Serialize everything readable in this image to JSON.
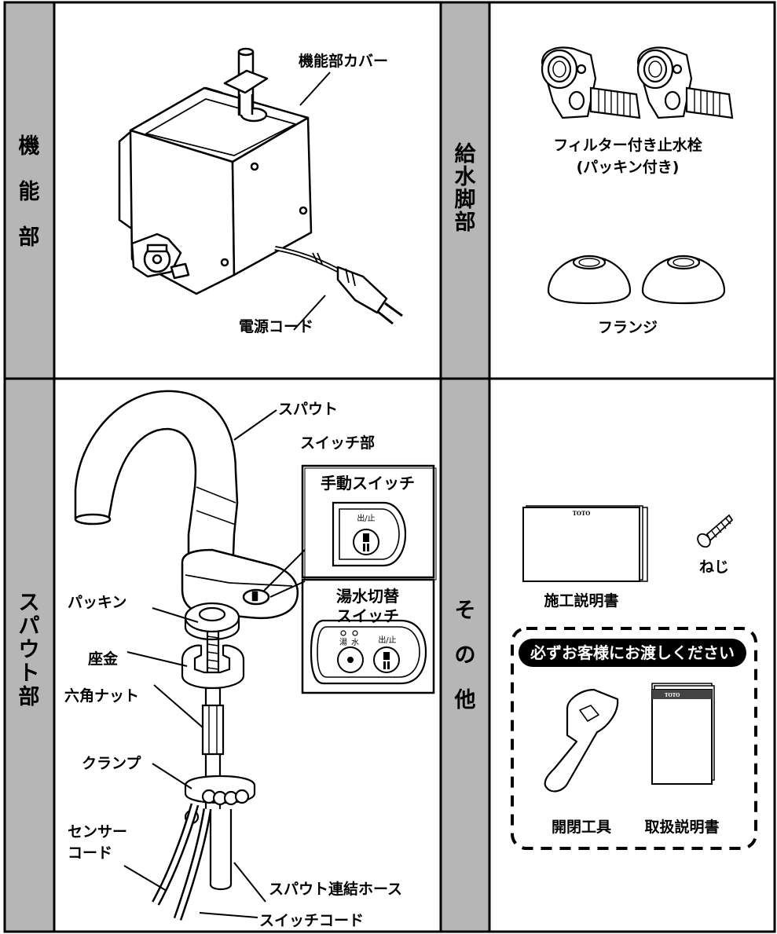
{
  "sections": {
    "kino": {
      "chars": [
        "機",
        "能",
        "部"
      ]
    },
    "kyusui": {
      "chars": [
        "給",
        "水",
        "脚",
        "部"
      ]
    },
    "spout": {
      "chars": [
        "ス",
        "パ",
        "ウ",
        "ト",
        "部"
      ]
    },
    "sonota": {
      "chars": [
        "そ",
        "の",
        "他"
      ]
    }
  },
  "kino_parts": {
    "cover_label": "機能部カバー",
    "cord_label": "電源コード"
  },
  "kyusui_parts": {
    "valve_label_line1": "フィルター付き止水栓",
    "valve_label_line2": "(パッキン付き)",
    "flange_label": "フランジ"
  },
  "spout_parts": {
    "spout_label": "スパウト",
    "switch_section_label": "スイッチ部",
    "manual_switch_title": "手動スイッチ",
    "manual_switch_mark": "出/止",
    "mix_switch_title_line1": "湯水切替",
    "mix_switch_title_line2": "スイッチ",
    "mix_hot": "湯",
    "mix_cold": "水",
    "mix_mark": "出/止",
    "packing_label": "パッキン",
    "washer_label": "座金",
    "nut_label": "六角ナット",
    "clamp_label": "クランプ",
    "sensor_cord_line1": "センサー",
    "sensor_cord_line2": "コード",
    "hose_label": "スパウト連結ホース",
    "switch_cord_label": "スイッチコード"
  },
  "sonota_parts": {
    "manual_label": "施工説明書",
    "manual_brand": "TOTO",
    "screw_label": "ねじ",
    "banner": "必ずお客様にお渡しください",
    "tool_label": "開閉工具",
    "guide_label": "取扱説明書",
    "guide_brand": "TOTO"
  }
}
